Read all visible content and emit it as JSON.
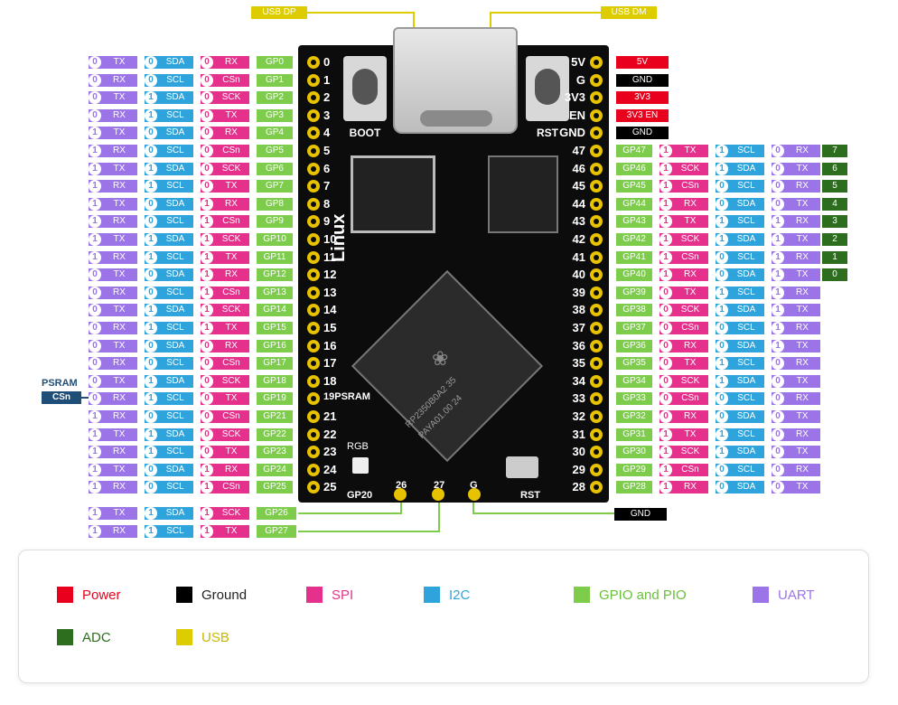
{
  "usb_labels": {
    "dp": "USB DP",
    "dm": "USB DM"
  },
  "board": {
    "boot": "BOOT",
    "rst": "RST",
    "linux": "Linux",
    "rgb": "RGB",
    "chip_line1": "RP2350B0A2 35",
    "chip_line2": "PAYA01.00  24",
    "silk_bottom": {
      "gp20": "GP20",
      "p26": "26",
      "p27": "27",
      "g": "G",
      "rst": "RST"
    },
    "left_pin_numbers": [
      "0",
      "1",
      "2",
      "3",
      "4",
      "5",
      "6",
      "7",
      "8",
      "9",
      "10",
      "11",
      "12",
      "13",
      "14",
      "15",
      "16",
      "17",
      "18",
      "19PSRAM",
      "21",
      "22",
      "23",
      "24",
      "25"
    ],
    "right_pin_numbers": [
      "5V",
      "G",
      "3V3",
      "EN",
      "GND",
      "47",
      "46",
      "45",
      "44",
      "43",
      "42",
      "41",
      "40",
      "39",
      "38",
      "37",
      "36",
      "35",
      "34",
      "33",
      "32",
      "31",
      "30",
      "29",
      "28"
    ]
  },
  "left_rows": [
    {
      "uart_n": "0",
      "uart": "TX",
      "i2c_n": "0",
      "i2c": "SDA",
      "spi_n": "0",
      "spi": "RX",
      "gp": "GP0"
    },
    {
      "uart_n": "0",
      "uart": "RX",
      "i2c_n": "0",
      "i2c": "SCL",
      "spi_n": "0",
      "spi": "CSn",
      "gp": "GP1"
    },
    {
      "uart_n": "0",
      "uart": "TX",
      "i2c_n": "1",
      "i2c": "SDA",
      "spi_n": "0",
      "spi": "SCK",
      "gp": "GP2"
    },
    {
      "uart_n": "0",
      "uart": "RX",
      "i2c_n": "1",
      "i2c": "SCL",
      "spi_n": "0",
      "spi": "TX",
      "gp": "GP3"
    },
    {
      "uart_n": "1",
      "uart": "TX",
      "i2c_n": "0",
      "i2c": "SDA",
      "spi_n": "0",
      "spi": "RX",
      "gp": "GP4"
    },
    {
      "uart_n": "1",
      "uart": "RX",
      "i2c_n": "0",
      "i2c": "SCL",
      "spi_n": "0",
      "spi": "CSn",
      "gp": "GP5"
    },
    {
      "uart_n": "1",
      "uart": "TX",
      "i2c_n": "1",
      "i2c": "SDA",
      "spi_n": "0",
      "spi": "SCK",
      "gp": "GP6"
    },
    {
      "uart_n": "1",
      "uart": "RX",
      "i2c_n": "1",
      "i2c": "SCL",
      "spi_n": "0",
      "spi": "TX",
      "gp": "GP7"
    },
    {
      "uart_n": "1",
      "uart": "TX",
      "i2c_n": "0",
      "i2c": "SDA",
      "spi_n": "1",
      "spi": "RX",
      "gp": "GP8"
    },
    {
      "uart_n": "1",
      "uart": "RX",
      "i2c_n": "0",
      "i2c": "SCL",
      "spi_n": "1",
      "spi": "CSn",
      "gp": "GP9"
    },
    {
      "uart_n": "1",
      "uart": "TX",
      "i2c_n": "1",
      "i2c": "SDA",
      "spi_n": "1",
      "spi": "SCK",
      "gp": "GP10"
    },
    {
      "uart_n": "1",
      "uart": "RX",
      "i2c_n": "1",
      "i2c": "SCL",
      "spi_n": "1",
      "spi": "TX",
      "gp": "GP11"
    },
    {
      "uart_n": "0",
      "uart": "TX",
      "i2c_n": "0",
      "i2c": "SDA",
      "spi_n": "1",
      "spi": "RX",
      "gp": "GP12"
    },
    {
      "uart_n": "0",
      "uart": "RX",
      "i2c_n": "0",
      "i2c": "SCL",
      "spi_n": "1",
      "spi": "CSn",
      "gp": "GP13"
    },
    {
      "uart_n": "0",
      "uart": "TX",
      "i2c_n": "1",
      "i2c": "SDA",
      "spi_n": "1",
      "spi": "SCK",
      "gp": "GP14"
    },
    {
      "uart_n": "0",
      "uart": "RX",
      "i2c_n": "1",
      "i2c": "SCL",
      "spi_n": "1",
      "spi": "TX",
      "gp": "GP15"
    },
    {
      "uart_n": "0",
      "uart": "TX",
      "i2c_n": "0",
      "i2c": "SDA",
      "spi_n": "0",
      "spi": "RX",
      "gp": "GP16"
    },
    {
      "uart_n": "0",
      "uart": "RX",
      "i2c_n": "0",
      "i2c": "SCL",
      "spi_n": "0",
      "spi": "CSn",
      "gp": "GP17"
    },
    {
      "uart_n": "0",
      "uart": "TX",
      "i2c_n": "1",
      "i2c": "SDA",
      "spi_n": "0",
      "spi": "SCK",
      "gp": "GP18"
    },
    {
      "uart_n": "0",
      "uart": "RX",
      "i2c_n": "1",
      "i2c": "SCL",
      "spi_n": "0",
      "spi": "TX",
      "gp": "GP19"
    },
    {
      "uart_n": "1",
      "uart": "RX",
      "i2c_n": "0",
      "i2c": "SCL",
      "spi_n": "0",
      "spi": "CSn",
      "gp": "GP21"
    },
    {
      "uart_n": "1",
      "uart": "TX",
      "i2c_n": "1",
      "i2c": "SDA",
      "spi_n": "0",
      "spi": "SCK",
      "gp": "GP22"
    },
    {
      "uart_n": "1",
      "uart": "RX",
      "i2c_n": "1",
      "i2c": "SCL",
      "spi_n": "0",
      "spi": "TX",
      "gp": "GP23"
    },
    {
      "uart_n": "1",
      "uart": "TX",
      "i2c_n": "0",
      "i2c": "SDA",
      "spi_n": "1",
      "spi": "RX",
      "gp": "GP24"
    },
    {
      "uart_n": "1",
      "uart": "RX",
      "i2c_n": "0",
      "i2c": "SCL",
      "spi_n": "1",
      "spi": "CSn",
      "gp": "GP25"
    }
  ],
  "bottom_rows": [
    {
      "uart_n": "1",
      "uart": "TX",
      "i2c_n": "1",
      "i2c": "SDA",
      "spi_n": "1",
      "spi": "SCK",
      "gp": "GP26"
    },
    {
      "uart_n": "1",
      "uart": "RX",
      "i2c_n": "1",
      "i2c": "SCL",
      "spi_n": "1",
      "spi": "TX",
      "gp": "GP27"
    }
  ],
  "psram": {
    "title": "PSRAM",
    "label": "CSn"
  },
  "right_power": [
    {
      "label": "5V",
      "kind": "power"
    },
    {
      "label": "GND",
      "kind": "ground"
    },
    {
      "label": "3V3",
      "kind": "power"
    },
    {
      "label": "3V3 EN",
      "kind": "power"
    },
    {
      "label": "GND",
      "kind": "ground"
    }
  ],
  "right_rows": [
    {
      "gp": "GP47",
      "spi_n": "1",
      "spi": "TX",
      "i2c_n": "1",
      "i2c": "SCL",
      "uart_n": "0",
      "uart": "RX",
      "adc": "7"
    },
    {
      "gp": "GP46",
      "spi_n": "1",
      "spi": "SCK",
      "i2c_n": "1",
      "i2c": "SDA",
      "uart_n": "0",
      "uart": "TX",
      "adc": "6"
    },
    {
      "gp": "GP45",
      "spi_n": "1",
      "spi": "CSn",
      "i2c_n": "0",
      "i2c": "SCL",
      "uart_n": "0",
      "uart": "RX",
      "adc": "5"
    },
    {
      "gp": "GP44",
      "spi_n": "1",
      "spi": "RX",
      "i2c_n": "0",
      "i2c": "SDA",
      "uart_n": "0",
      "uart": "TX",
      "adc": "4"
    },
    {
      "gp": "GP43",
      "spi_n": "1",
      "spi": "TX",
      "i2c_n": "1",
      "i2c": "SCL",
      "uart_n": "1",
      "uart": "RX",
      "adc": "3"
    },
    {
      "gp": "GP42",
      "spi_n": "1",
      "spi": "SCK",
      "i2c_n": "1",
      "i2c": "SDA",
      "uart_n": "1",
      "uart": "TX",
      "adc": "2"
    },
    {
      "gp": "GP41",
      "spi_n": "1",
      "spi": "CSn",
      "i2c_n": "0",
      "i2c": "SCL",
      "uart_n": "1",
      "uart": "RX",
      "adc": "1"
    },
    {
      "gp": "GP40",
      "spi_n": "1",
      "spi": "RX",
      "i2c_n": "0",
      "i2c": "SDA",
      "uart_n": "1",
      "uart": "TX",
      "adc": "0"
    },
    {
      "gp": "GP39",
      "spi_n": "0",
      "spi": "TX",
      "i2c_n": "1",
      "i2c": "SCL",
      "uart_n": "1",
      "uart": "RX",
      "adc": ""
    },
    {
      "gp": "GP38",
      "spi_n": "0",
      "spi": "SCK",
      "i2c_n": "1",
      "i2c": "SDA",
      "uart_n": "1",
      "uart": "TX",
      "adc": ""
    },
    {
      "gp": "GP37",
      "spi_n": "0",
      "spi": "CSn",
      "i2c_n": "0",
      "i2c": "SCL",
      "uart_n": "1",
      "uart": "RX",
      "adc": ""
    },
    {
      "gp": "GP36",
      "spi_n": "0",
      "spi": "RX",
      "i2c_n": "0",
      "i2c": "SDA",
      "uart_n": "1",
      "uart": "TX",
      "adc": ""
    },
    {
      "gp": "GP35",
      "spi_n": "0",
      "spi": "TX",
      "i2c_n": "1",
      "i2c": "SCL",
      "uart_n": "0",
      "uart": "RX",
      "adc": ""
    },
    {
      "gp": "GP34",
      "spi_n": "0",
      "spi": "SCK",
      "i2c_n": "1",
      "i2c": "SDA",
      "uart_n": "0",
      "uart": "TX",
      "adc": ""
    },
    {
      "gp": "GP33",
      "spi_n": "0",
      "spi": "CSn",
      "i2c_n": "0",
      "i2c": "SCL",
      "uart_n": "0",
      "uart": "RX",
      "adc": ""
    },
    {
      "gp": "GP32",
      "spi_n": "0",
      "spi": "RX",
      "i2c_n": "0",
      "i2c": "SDA",
      "uart_n": "0",
      "uart": "TX",
      "adc": ""
    },
    {
      "gp": "GP31",
      "spi_n": "1",
      "spi": "TX",
      "i2c_n": "1",
      "i2c": "SCL",
      "uart_n": "0",
      "uart": "RX",
      "adc": ""
    },
    {
      "gp": "GP30",
      "spi_n": "1",
      "spi": "SCK",
      "i2c_n": "1",
      "i2c": "SDA",
      "uart_n": "0",
      "uart": "TX",
      "adc": ""
    },
    {
      "gp": "GP29",
      "spi_n": "1",
      "spi": "CSn",
      "i2c_n": "0",
      "i2c": "SCL",
      "uart_n": "0",
      "uart": "RX",
      "adc": ""
    },
    {
      "gp": "GP28",
      "spi_n": "1",
      "spi": "RX",
      "i2c_n": "0",
      "i2c": "SDA",
      "uart_n": "0",
      "uart": "TX",
      "adc": ""
    }
  ],
  "bottom_gnd": "GND",
  "colors": {
    "power": "#e8001c",
    "ground": "#000000",
    "spi": "#e5318c",
    "i2c": "#2fa3dc",
    "gpio": "#7dcc4c",
    "uart": "#9b74e8",
    "adc": "#2d6e1e",
    "usb": "#dccc00",
    "psram": "#1f4e79"
  },
  "legend": [
    {
      "label": "Power",
      "color": "#e8001c"
    },
    {
      "label": "Ground",
      "color": "#000000"
    },
    {
      "label": "SPI",
      "color": "#e5318c"
    },
    {
      "label": "I2C",
      "color": "#2fa3dc"
    },
    {
      "label": "GPIO and PIO",
      "color": "#7dcc4c"
    },
    {
      "label": "UART",
      "color": "#9b74e8"
    },
    {
      "label": "ADC",
      "color": "#2d6e1e"
    },
    {
      "label": "USB",
      "color": "#dccc00"
    }
  ]
}
